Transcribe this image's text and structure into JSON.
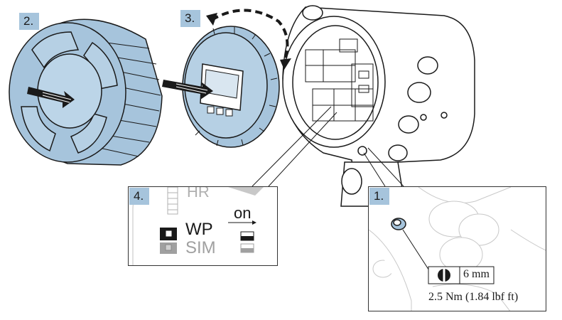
{
  "steps": {
    "step1": "1.",
    "step2": "2.",
    "step3": "3.",
    "step4": "4."
  },
  "switch_detail": {
    "hr_label": "HR",
    "wp_label": "WP",
    "sim_label": "SIM",
    "on_label": "on"
  },
  "screw_detail": {
    "wrench_size": "6 mm",
    "torque": "2.5 Nm (1.84 lbf ft)"
  },
  "colors": {
    "part_fill": "#a6c4dc",
    "outline": "#1a1a1a",
    "badge": "#a6c4dc"
  }
}
